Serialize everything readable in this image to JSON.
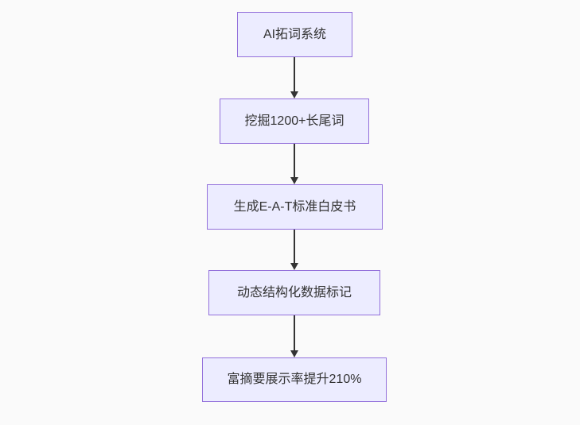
{
  "diagram": {
    "type": "flowchart-top-down",
    "nodes": [
      {
        "label": "AI拓词系统"
      },
      {
        "label": "挖掘1200+长尾词"
      },
      {
        "label": "生成E-A-T标准白皮书"
      },
      {
        "label": "动态结构化数据标记"
      },
      {
        "label": "富摘要展示率提升210%"
      }
    ],
    "edges": [
      {
        "from": 0,
        "to": 1
      },
      {
        "from": 1,
        "to": 2
      },
      {
        "from": 2,
        "to": 3
      },
      {
        "from": 3,
        "to": 4
      }
    ],
    "colors": {
      "background": "#FAFAFA",
      "node_fill": "#ECECFF",
      "node_border": "#9370DB",
      "edge": "#333333",
      "text": "#333333"
    }
  }
}
